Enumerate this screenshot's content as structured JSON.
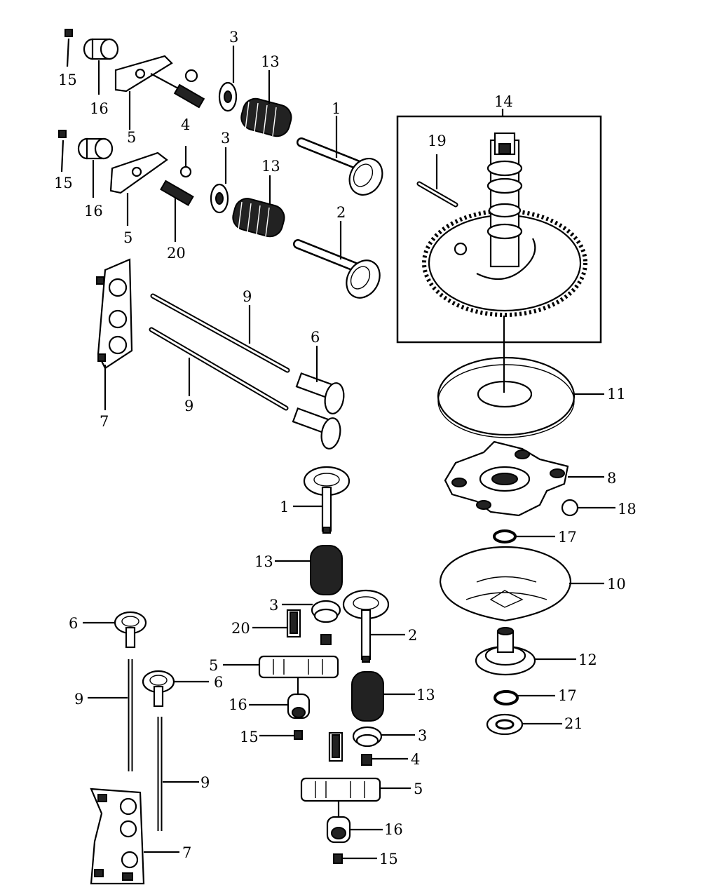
{
  "labels": {
    "l1a": "15",
    "l1b": "16",
    "l1c": "5",
    "l1d": "3",
    "l1e": "13",
    "l1f": "1",
    "l2a": "15",
    "l2b": "16",
    "l2c": "5",
    "l2d": "4",
    "l2e": "3",
    "l2f": "13",
    "l2g": "20",
    "l2h": "2",
    "l14": "14",
    "l19": "19",
    "l7a": "7",
    "l9a": "9",
    "l9b": "9",
    "l6a": "6",
    "l11": "11",
    "l8": "8",
    "l18": "18",
    "l17a": "17",
    "l10": "10",
    "l12": "12",
    "l17b": "17",
    "l21": "21",
    "c1": "1",
    "c13a": "13",
    "c3a": "3",
    "c20": "20",
    "c2": "2",
    "c5a": "5",
    "c16a": "16",
    "c13b": "13",
    "c15a": "15",
    "c3b": "3",
    "c4": "4",
    "c5b": "5",
    "c16b": "16",
    "c15b": "15",
    "b6a": "6",
    "b6b": "6",
    "b9a": "9",
    "b9b": "9",
    "b7": "7"
  }
}
